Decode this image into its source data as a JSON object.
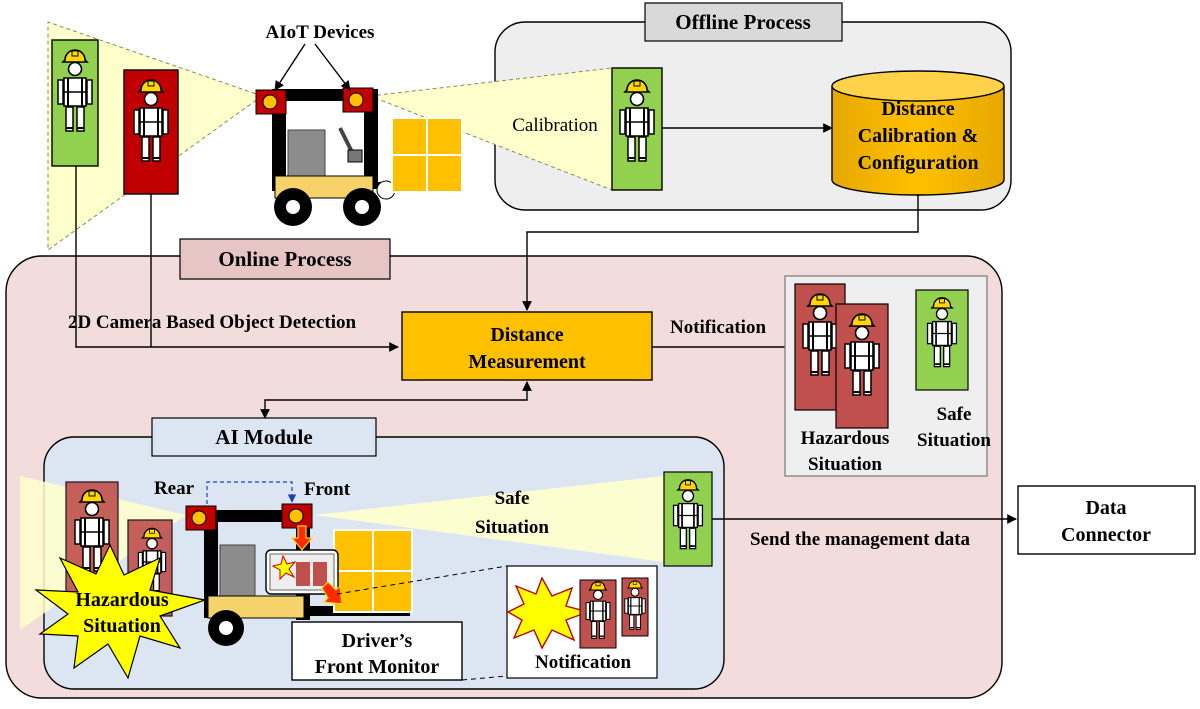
{
  "diagram": {
    "aiot_devices_label": "AIoT Devices",
    "offline": {
      "title": "Offline Process",
      "calibration_label": "Calibration",
      "db_label": [
        "Distance",
        "Calibration &",
        "Configuration"
      ]
    },
    "online": {
      "title": "Online Process",
      "detection_label": "2D Camera Based Object Detection",
      "distance_measurement": [
        "Distance",
        "Measurement"
      ],
      "notification_label": "Notification",
      "hazardous_situation": [
        "Hazardous",
        "Situation"
      ],
      "safe_situation": [
        "Safe",
        "Situation"
      ],
      "send_data_label": "Send the management data"
    },
    "ai_module": {
      "title": "AI Module",
      "rear_label": "Rear",
      "front_label": "Front",
      "safe_situation": [
        "Safe",
        "Situation"
      ],
      "hazardous_situation": [
        "Hazardous",
        "Situation"
      ],
      "monitor_label": [
        "Driver’s",
        "Front Monitor"
      ],
      "notification_label": "Notification"
    },
    "data_connector": [
      "Data",
      "Connector"
    ],
    "colors": {
      "online_bg": "#f2dcdc",
      "ai_bg": "#dce6f2",
      "offline_bg": "#eeeeee",
      "process_box": "#ffc000",
      "green_card": "#92d050",
      "red_card": "#c00000",
      "beam": "#ffffcc"
    }
  }
}
